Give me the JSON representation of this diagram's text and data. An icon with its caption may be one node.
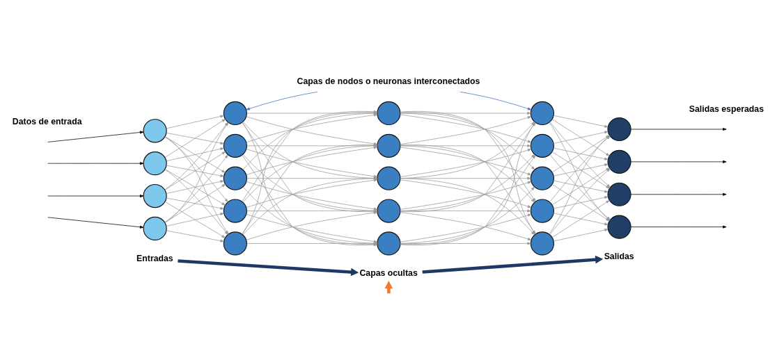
{
  "diagram": {
    "nodes": [
      {
        "text": [
          "Capas de nodos o neuronas interconectados"
        ]
      },
      {
        "text": [],
        "shape": "circle"
      },
      {
        "text": [],
        "shape": "circle"
      },
      {
        "text": [],
        "shape": "circle"
      },
      {
        "text": [],
        "shape": "circle"
      },
      {
        "text": [],
        "shape": "circle"
      },
      {
        "text": [],
        "shape": "circle"
      },
      {
        "text": [],
        "shape": "circle"
      },
      {
        "text": [],
        "shape": "circle"
      },
      {
        "text": [],
        "shape": "circle"
      },
      {
        "text": [],
        "shape": "circle"
      },
      {
        "text": [],
        "shape": "circle"
      },
      {
        "text": [],
        "shape": "circle"
      },
      {
        "text": [],
        "shape": "circle"
      },
      {
        "text": [],
        "shape": "circle"
      },
      {
        "text": [],
        "shape": "circle"
      },
      {
        "text": [],
        "shape": "circle"
      },
      {
        "text": [],
        "shape": "circle"
      },
      {
        "text": [],
        "shape": "circle"
      },
      {
        "text": [],
        "shape": "circle"
      },
      {
        "text": [],
        "shape": "circle"
      },
      {
        "text": [],
        "shape": "circle"
      },
      {
        "text": [],
        "shape": "circle"
      },
      {
        "text": [],
        "shape": "circle"
      },
      {
        "text": [
          "Entradas"
        ]
      },
      {
        "text": [
          "Capas ocultas"
        ]
      },
      {
        "text": [
          "Salidas"
        ]
      }
    ],
    "edges": [
      {
        "from": null,
        "to": 1,
        "arrow": "to",
        "color": "#000000"
      },
      {
        "from": null,
        "to": 2,
        "arrow": "to",
        "color": "#000000"
      },
      {
        "from": null,
        "to": 3,
        "arrow": "to",
        "color": "#000000"
      },
      {
        "from": null,
        "to": 4,
        "arrow": "to",
        "color": "#000000"
      },
      {
        "from": 1,
        "to": 5,
        "arrow": "to"
      },
      {
        "from": 1,
        "to": 6,
        "arrow": "to"
      },
      {
        "from": 1,
        "to": 7,
        "arrow": "to"
      },
      {
        "from": 1,
        "to": 8,
        "arrow": "to"
      },
      {
        "from": 1,
        "to": 9,
        "arrow": "to"
      },
      {
        "from": 2,
        "to": 5,
        "arrow": "to"
      },
      {
        "from": 2,
        "to": 6,
        "arrow": "to"
      },
      {
        "from": 2,
        "to": 7,
        "arrow": "to"
      },
      {
        "from": 2,
        "to": 8,
        "arrow": "to"
      },
      {
        "from": 2,
        "to": 9,
        "arrow": "to"
      },
      {
        "from": 3,
        "to": 5,
        "arrow": "to"
      },
      {
        "from": 3,
        "to": 6,
        "arrow": "to"
      },
      {
        "from": 3,
        "to": 7,
        "arrow": "to"
      },
      {
        "from": 3,
        "to": 8,
        "arrow": "to"
      },
      {
        "from": 3,
        "to": 9,
        "arrow": "to"
      },
      {
        "from": 4,
        "to": 5,
        "arrow": "to"
      },
      {
        "from": 4,
        "to": 6,
        "arrow": "to"
      },
      {
        "from": 4,
        "to": 7,
        "arrow": "to"
      },
      {
        "from": 4,
        "to": 8,
        "arrow": "to"
      },
      {
        "from": 4,
        "to": 9,
        "arrow": "to"
      },
      {
        "from": 5,
        "to": 10,
        "arrow": "to"
      },
      {
        "from": 5,
        "to": 11,
        "arrow": "to"
      },
      {
        "from": 5,
        "to": 12,
        "arrow": "to"
      },
      {
        "from": 5,
        "to": 13,
        "arrow": "to"
      },
      {
        "from": 5,
        "to": 14,
        "arrow": "to"
      },
      {
        "from": 6,
        "to": 10,
        "arrow": "to"
      },
      {
        "from": 6,
        "to": 11,
        "arrow": "to"
      },
      {
        "from": 6,
        "to": 12,
        "arrow": "to"
      },
      {
        "from": 6,
        "to": 13,
        "arrow": "to"
      },
      {
        "from": 6,
        "to": 14,
        "arrow": "to"
      },
      {
        "from": 7,
        "to": 10,
        "arrow": "to"
      },
      {
        "from": 7,
        "to": 11,
        "arrow": "to"
      },
      {
        "from": 7,
        "to": 12,
        "arrow": "to"
      },
      {
        "from": 7,
        "to": 13,
        "arrow": "to"
      },
      {
        "from": 7,
        "to": 14,
        "arrow": "to"
      },
      {
        "from": 8,
        "to": 10,
        "arrow": "to"
      },
      {
        "from": 8,
        "to": 11,
        "arrow": "to"
      },
      {
        "from": 8,
        "to": 12,
        "arrow": "to"
      },
      {
        "from": 8,
        "to": 13,
        "arrow": "to"
      },
      {
        "from": 8,
        "to": 14,
        "arrow": "to"
      },
      {
        "from": 9,
        "to": 10,
        "arrow": "to"
      },
      {
        "from": 9,
        "to": 11,
        "arrow": "to"
      },
      {
        "from": 9,
        "to": 12,
        "arrow": "to"
      },
      {
        "from": 9,
        "to": 13,
        "arrow": "to"
      },
      {
        "from": 9,
        "to": 14,
        "arrow": "to"
      },
      {
        "from": 10,
        "to": 15,
        "arrow": "to"
      },
      {
        "from": 10,
        "to": 16,
        "arrow": "to"
      },
      {
        "from": 10,
        "to": 17,
        "arrow": "to"
      },
      {
        "from": 10,
        "to": 18,
        "arrow": "to"
      },
      {
        "from": 10,
        "to": 19,
        "arrow": "to"
      },
      {
        "from": 11,
        "to": 15,
        "arrow": "to"
      },
      {
        "from": 11,
        "to": 16,
        "arrow": "to"
      },
      {
        "from": 11,
        "to": 17,
        "arrow": "to"
      },
      {
        "from": 11,
        "to": 18,
        "arrow": "to"
      },
      {
        "from": 11,
        "to": 19,
        "arrow": "to"
      },
      {
        "from": 12,
        "to": 15,
        "arrow": "to"
      },
      {
        "from": 12,
        "to": 16,
        "arrow": "to"
      },
      {
        "from": 12,
        "to": 17,
        "arrow": "to"
      },
      {
        "from": 12,
        "to": 18,
        "arrow": "to"
      },
      {
        "from": 12,
        "to": 19,
        "arrow": "to"
      },
      {
        "from": 13,
        "to": 15,
        "arrow": "to"
      },
      {
        "from": 13,
        "to": 16,
        "arrow": "to"
      },
      {
        "from": 13,
        "to": 17,
        "arrow": "to"
      },
      {
        "from": 13,
        "to": 18,
        "arrow": "to"
      },
      {
        "from": 13,
        "to": 19,
        "arrow": "to"
      },
      {
        "from": 14,
        "to": 15,
        "arrow": "to"
      },
      {
        "from": 14,
        "to": 16,
        "arrow": "to"
      },
      {
        "from": 14,
        "to": 17,
        "arrow": "to"
      },
      {
        "from": 14,
        "to": 18,
        "arrow": "to"
      },
      {
        "from": 14,
        "to": 19,
        "arrow": "to"
      },
      {
        "from": 15,
        "to": 20,
        "arrow": "to"
      },
      {
        "from": 15,
        "to": 21,
        "arrow": "to"
      },
      {
        "from": 15,
        "to": 22,
        "arrow": "to"
      },
      {
        "from": 15,
        "to": 23,
        "arrow": "to"
      },
      {
        "from": 16,
        "to": 20,
        "arrow": "to"
      },
      {
        "from": 16,
        "to": 21,
        "arrow": "to"
      },
      {
        "from": 16,
        "to": 22,
        "arrow": "to"
      },
      {
        "from": 16,
        "to": 23,
        "arrow": "to"
      },
      {
        "from": 17,
        "to": 20,
        "arrow": "to"
      },
      {
        "from": 17,
        "to": 21,
        "arrow": "to"
      },
      {
        "from": 17,
        "to": 22,
        "arrow": "to"
      },
      {
        "from": 17,
        "to": 23,
        "arrow": "to"
      },
      {
        "from": 18,
        "to": 20,
        "arrow": "to"
      },
      {
        "from": 18,
        "to": 21,
        "arrow": "to"
      },
      {
        "from": 18,
        "to": 22,
        "arrow": "to"
      },
      {
        "from": 18,
        "to": 23,
        "arrow": "to"
      },
      {
        "from": 19,
        "to": 20,
        "arrow": "to"
      },
      {
        "from": 19,
        "to": 21,
        "arrow": "to"
      },
      {
        "from": 19,
        "to": 22,
        "arrow": "to"
      },
      {
        "from": 19,
        "to": 23,
        "arrow": "to"
      },
      {
        "from": 20,
        "to": null,
        "arrow": "to",
        "color": "#000000"
      },
      {
        "from": 21,
        "to": null,
        "arrow": "to",
        "color": "#000000"
      },
      {
        "from": 22,
        "to": null,
        "arrow": "to",
        "color": "#000000"
      },
      {
        "from": 23,
        "to": null,
        "arrow": "to",
        "color": "#000000"
      },
      {
        "from": 0,
        "to": 5,
        "arrow": "to",
        "color": "#4472c4"
      },
      {
        "from": 0,
        "to": 15,
        "arrow": "to",
        "color": "#4472c4"
      },
      {
        "from": 24,
        "to": 25,
        "arrow": "to",
        "style": "thick",
        "color": "#1f3864"
      },
      {
        "from": 25,
        "to": 26,
        "arrow": "to",
        "style": "thick",
        "color": "#1f3864"
      },
      {
        "from": null,
        "to": 25,
        "arrow": "to",
        "style": "thick",
        "color": "#ed7d31"
      }
    ],
    "labels": [
      "Datos de entrada",
      "Salidas esperadas"
    ]
  }
}
